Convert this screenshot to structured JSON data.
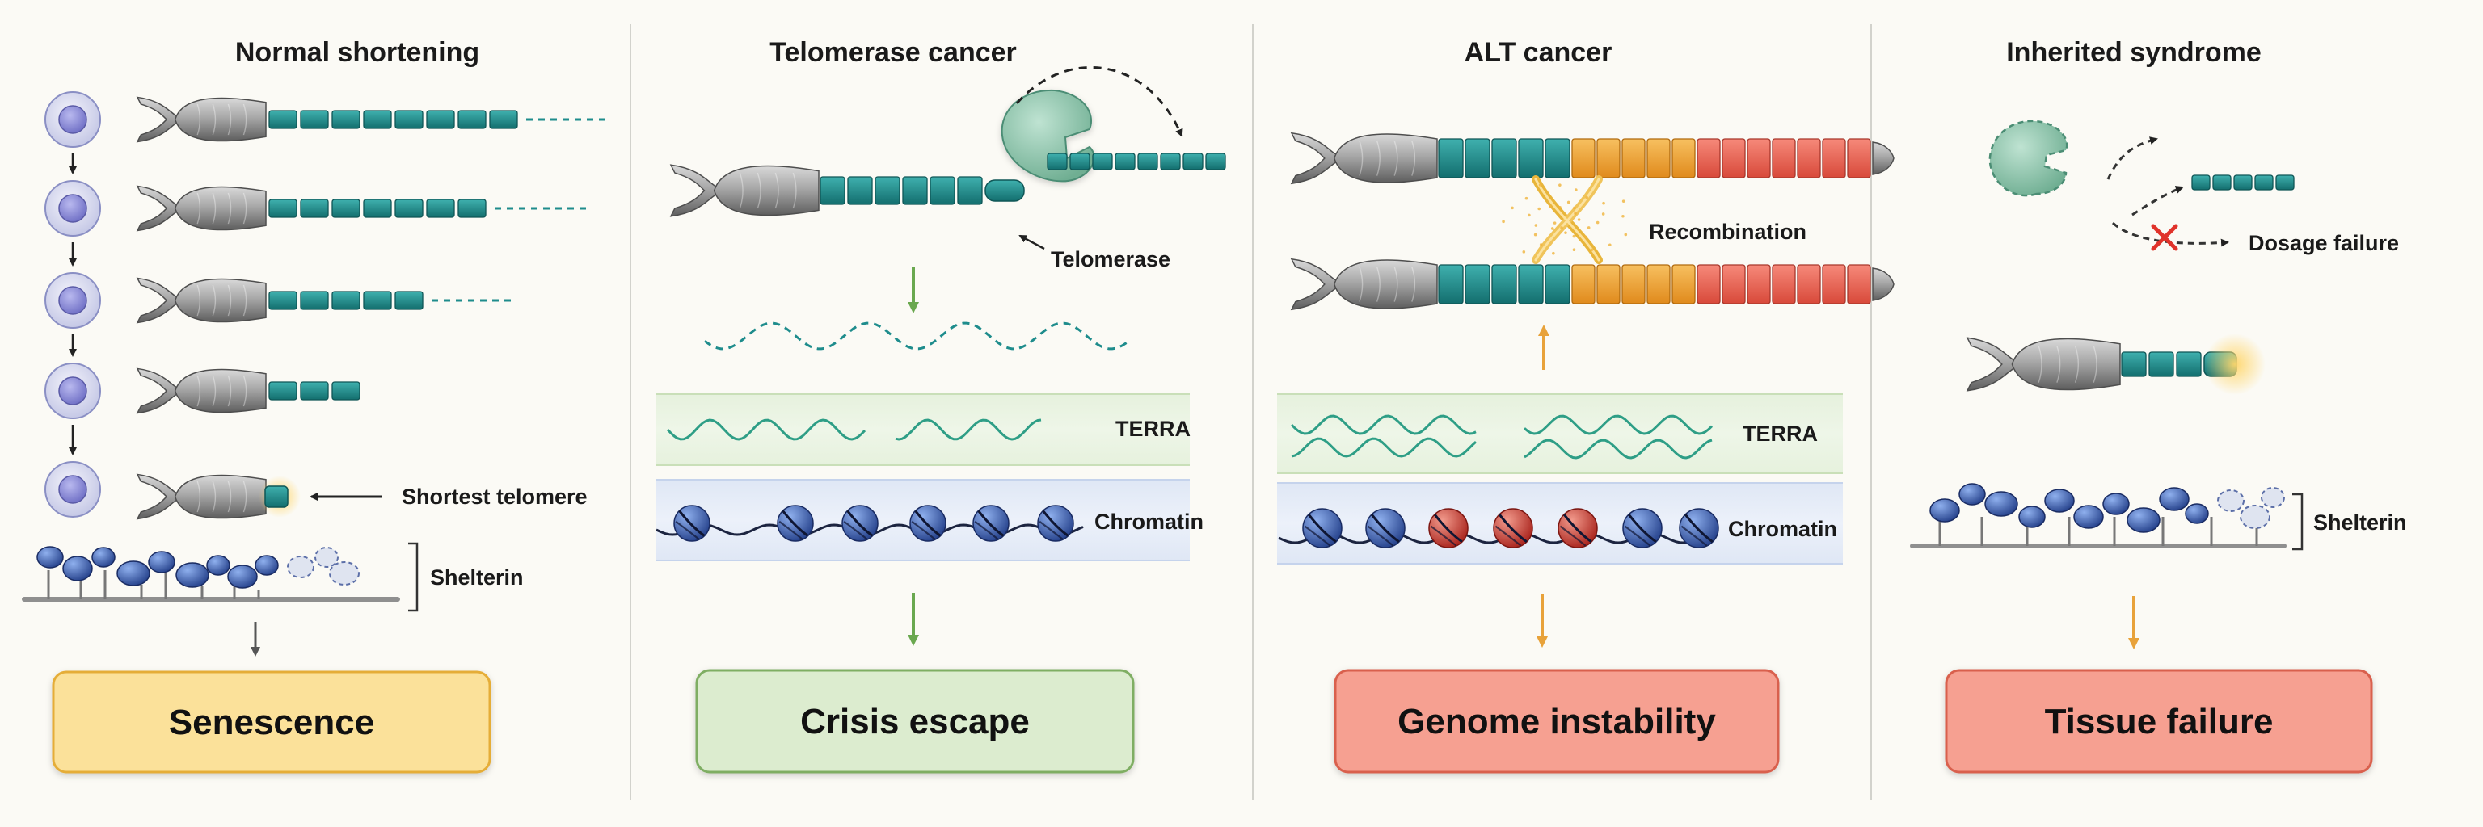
{
  "panels": [
    {
      "title": "Normal shortening",
      "labels": {
        "shortest": "Shortest telomere",
        "shelterin": "Shelterin"
      },
      "outcome": "Senescence"
    },
    {
      "title": "Telomerase cancer",
      "labels": {
        "telomerase": "Telomerase",
        "terra": "TERRA",
        "chromatin": "Chromatin"
      },
      "outcome": "Crisis escape"
    },
    {
      "title": "ALT cancer",
      "labels": {
        "recombination": "Recombination",
        "terra": "TERRA",
        "chromatin": "Chromatin"
      },
      "outcome": "Genome instability"
    },
    {
      "title": "Inherited syndrome",
      "labels": {
        "dosage": "Dosage failure",
        "shelterin": "Shelterin"
      },
      "outcome": "Tissue failure"
    }
  ],
  "colors": {
    "teal": "#1e8c8c",
    "orange": "#f0a030",
    "red": "#e8624f",
    "green_arrow": "#6aa84f",
    "amber_arrow": "#e8a23a",
    "nucleosome_blue": "#3f63b5",
    "nucleosome_red": "#d9443c"
  }
}
